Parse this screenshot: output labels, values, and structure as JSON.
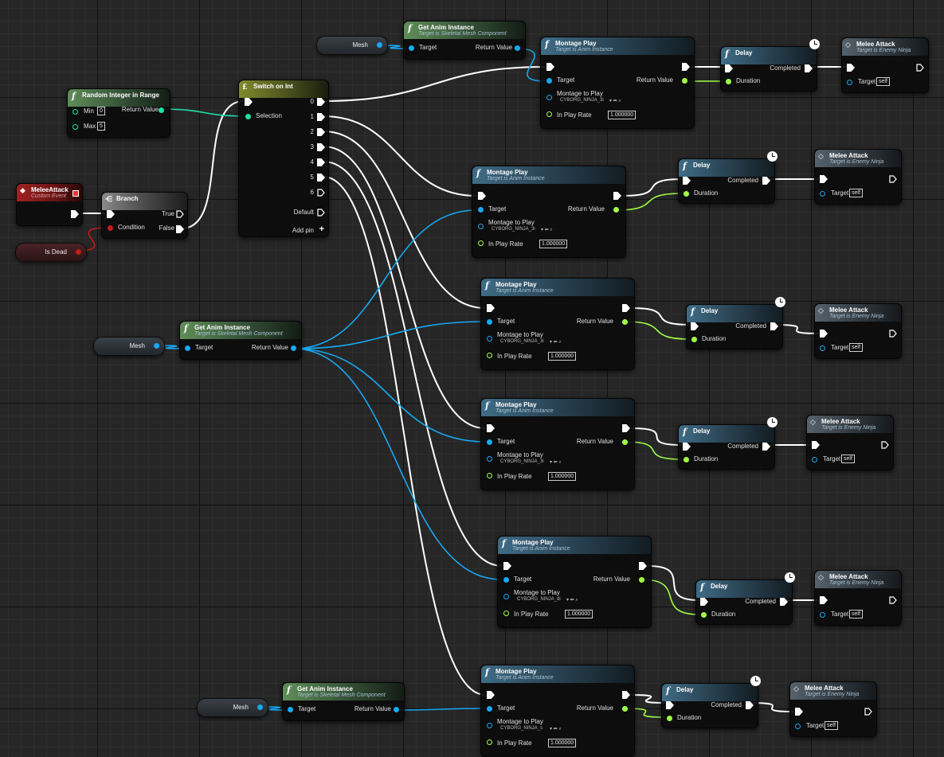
{
  "canvas": {
    "background": "#262626"
  },
  "colors": {
    "exec": "#ffffff",
    "object": "#17a9f4",
    "float": "#a1ff45",
    "int": "#1ee0a8",
    "bool": "#950000"
  },
  "vars": [
    {
      "label": "Mesh"
    },
    {
      "label": "Is Dead"
    },
    {
      "label": "Mesh"
    },
    {
      "label": "Mesh"
    }
  ],
  "get_anim": {
    "title": "Get Anim Instance",
    "subtitle": "Target is Skeletal Mesh Component",
    "target": "Target",
    "return": "Return Value"
  },
  "random": {
    "title": "Random Integer in Range",
    "min_label": "Min",
    "min_value": "0",
    "max_label": "Max",
    "max_value": "5",
    "return": "Return Value"
  },
  "switch": {
    "title": "Switch on Int",
    "selection": "Selection",
    "outputs": [
      "0",
      "1",
      "2",
      "3",
      "4",
      "5",
      "6"
    ],
    "default": "Default",
    "add_pin": "Add pin"
  },
  "event": {
    "title": "MeleeAttack",
    "subtitle": "Custom Event"
  },
  "branch": {
    "title": "Branch",
    "condition": "Condition",
    "true_label": "True",
    "false_label": "False"
  },
  "montage": {
    "title": "Montage Play",
    "subtitle": "Target is Anim Instance",
    "target": "Target",
    "return": "Return Value",
    "montage_label": "Montage to Play",
    "rate_label": "In Play Rate",
    "assets": [
      "CYBORG_NINJA_3i",
      "CYBORG_NINJA_3i",
      "CYBORG_NINJA_3i",
      "CYBORG_NINJA_3i",
      "CYBORG_NINJA_di",
      "CYBORG_NINJA_s"
    ],
    "rate": "1.000000"
  },
  "delay": {
    "title": "Delay",
    "completed": "Completed",
    "duration": "Duration"
  },
  "melee": {
    "title": "Melee Attack",
    "subtitle": "Target is Enemy Ninja",
    "target": "Target",
    "self": "self"
  },
  "icons": [
    "function-icon",
    "event-icon",
    "branch-icon",
    "switch-icon",
    "clock-icon",
    "message-icon",
    "dropdown-icon",
    "browse-icon",
    "search-icon",
    "add-pin-icon"
  ]
}
